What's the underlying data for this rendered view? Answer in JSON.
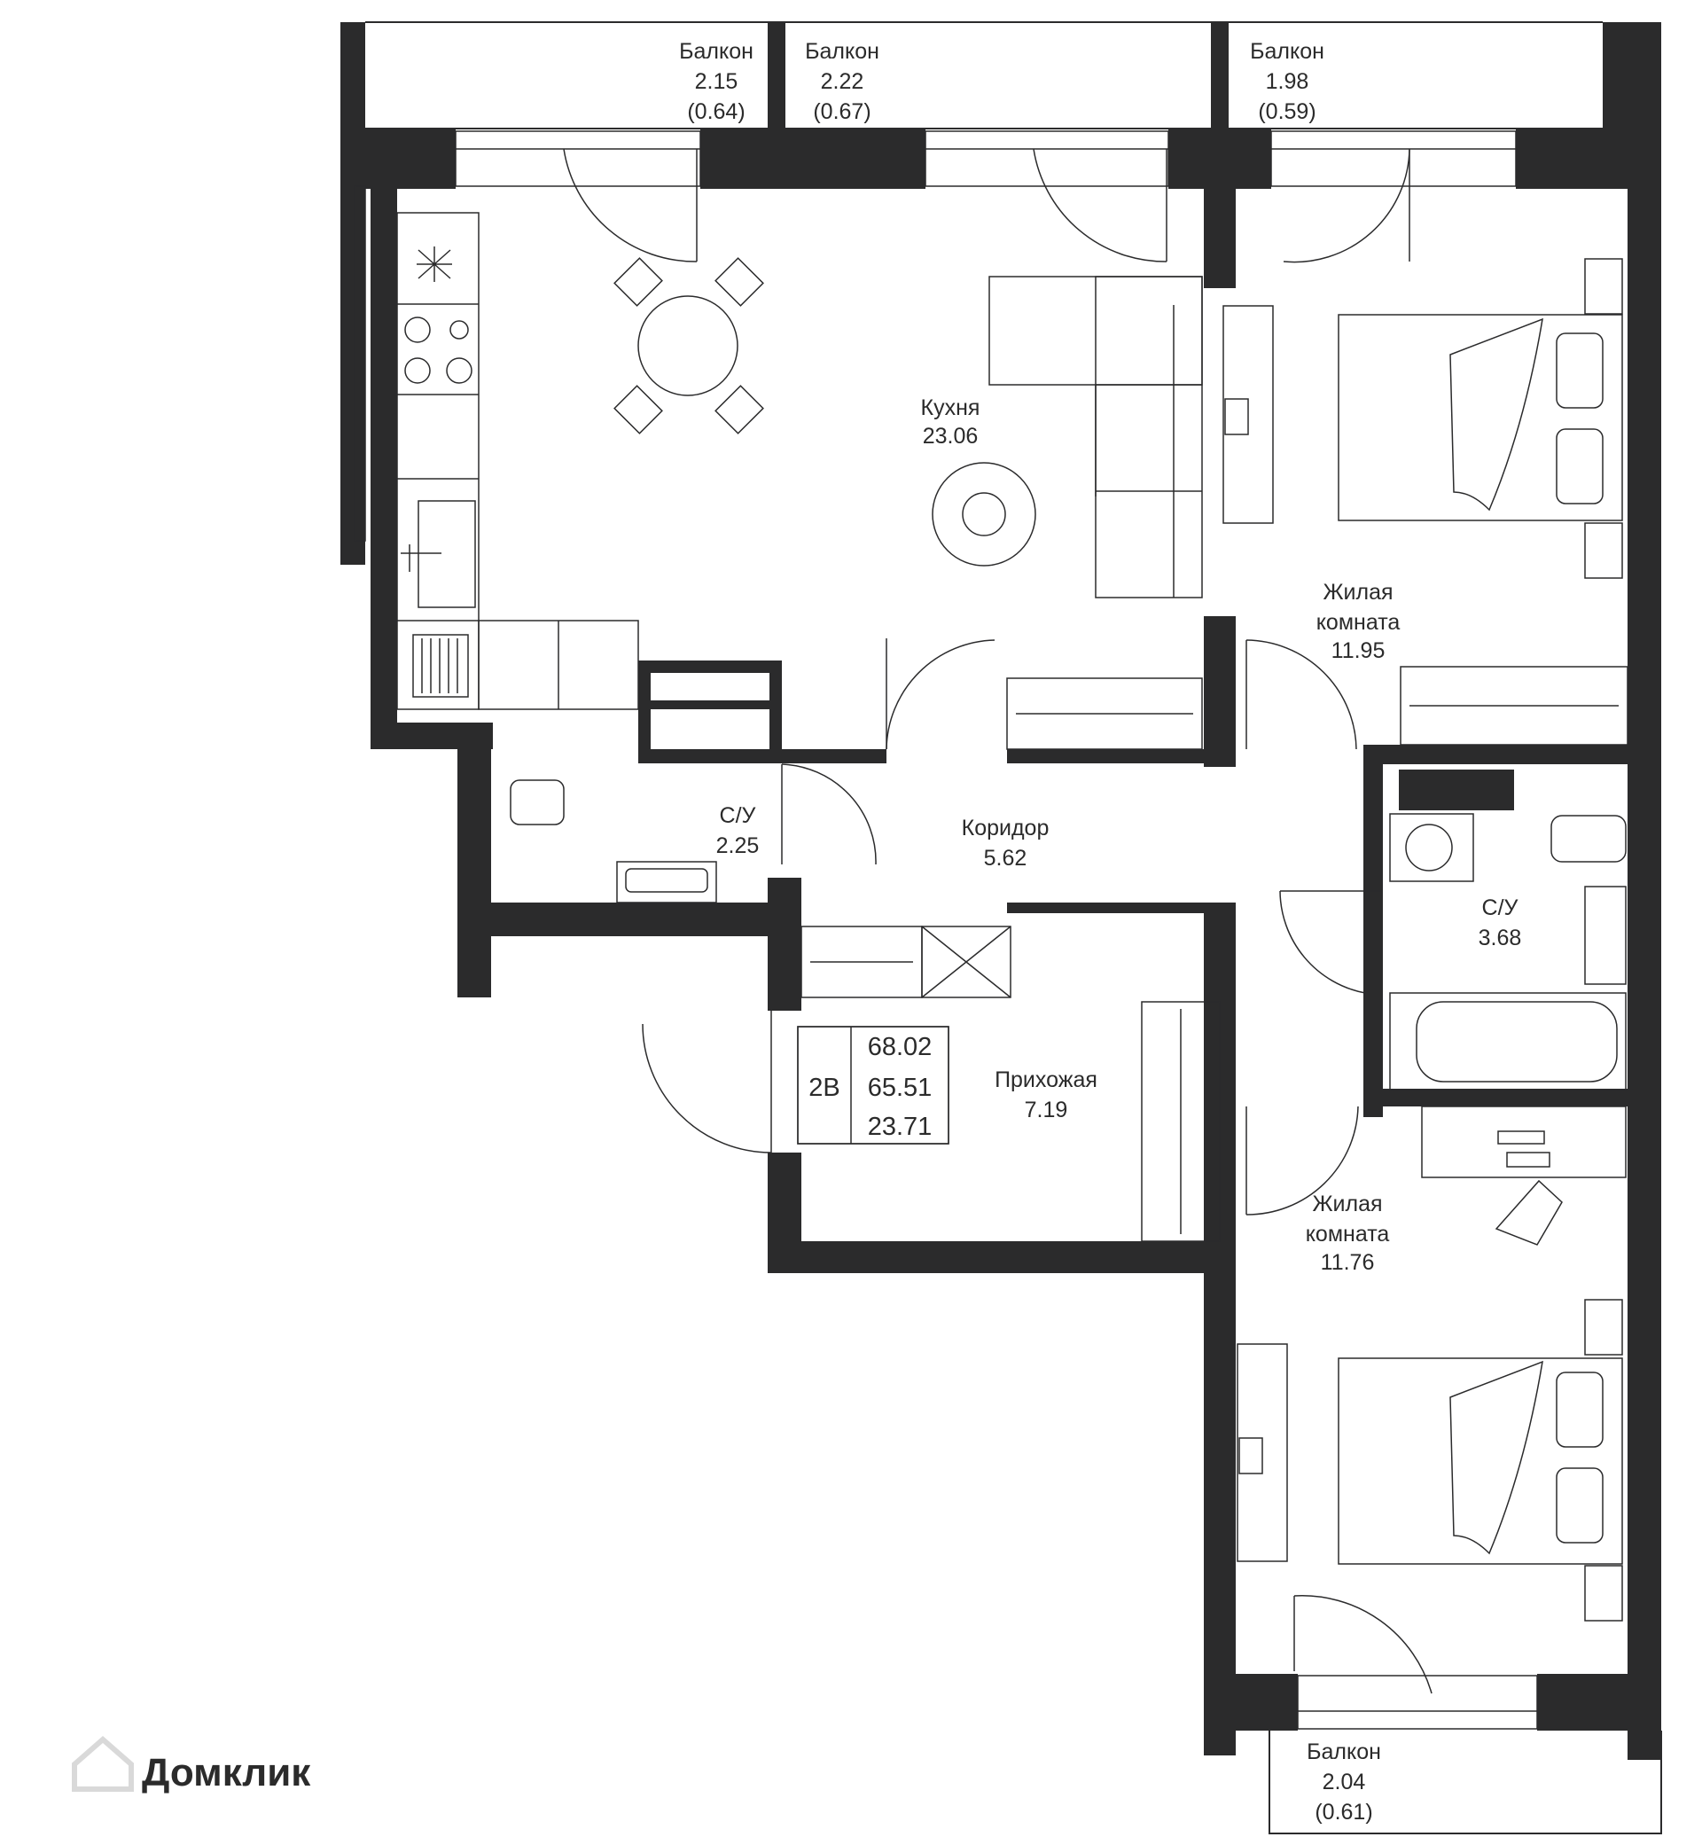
{
  "apartment": {
    "type": "2B",
    "area_total": "68.02",
    "area_living_total": "65.51",
    "area_living": "23.71"
  },
  "rooms": [
    {
      "id": "balcony-1",
      "name": "Балкон",
      "area": "2.15",
      "sub": "(0.64)"
    },
    {
      "id": "balcony-2",
      "name": "Балкон",
      "area": "2.22",
      "sub": "(0.67)"
    },
    {
      "id": "balcony-3",
      "name": "Балкон",
      "area": "1.98",
      "sub": "(0.59)"
    },
    {
      "id": "kitchen",
      "name": "Кухня",
      "area": "23.06"
    },
    {
      "id": "bedroom-1",
      "name": "Жилая комната",
      "area": "11.95"
    },
    {
      "id": "bathroom-1",
      "name": "С/У",
      "area": "2.25"
    },
    {
      "id": "corridor",
      "name": "Коридор",
      "area": "5.62"
    },
    {
      "id": "bathroom-2",
      "name": "С/У",
      "area": "3.68"
    },
    {
      "id": "hallway",
      "name": "Прихожая",
      "area": "7.19"
    },
    {
      "id": "bedroom-2",
      "name": "Жилая комната",
      "area": "11.76"
    },
    {
      "id": "balcony-4",
      "name": "Балкон",
      "area": "2.04",
      "sub": "(0.61)"
    }
  ],
  "labels": {
    "b1_name": "Балкон",
    "b1_area": "2.15",
    "b1_sub": "(0.64)",
    "b2_name": "Балкон",
    "b2_area": "2.22",
    "b2_sub": "(0.67)",
    "b3_name": "Балкон",
    "b3_area": "1.98",
    "b3_sub": "(0.59)",
    "b4_name": "Балкон",
    "b4_area": "2.04",
    "b4_sub": "(0.61)",
    "kitchen_name": "Кухня",
    "kitchen_area": "23.06",
    "bed1_line1": "Жилая",
    "bed1_line2": "комната",
    "bed1_area": "11.95",
    "bed2_line1": "Жилая",
    "bed2_line2": "комната",
    "bed2_area": "11.76",
    "wc1_name": "С/У",
    "wc1_area": "2.25",
    "wc2_name": "С/У",
    "wc2_area": "3.68",
    "corridor_name": "Коридор",
    "corridor_area": "5.62",
    "hall_name": "Прихожая",
    "hall_area": "7.19"
  },
  "watermark": "Домклик",
  "colors": {
    "wall": "#2b2b2c",
    "line": "#2b2b2c",
    "text": "#2b2b2b",
    "watermark": "#d9d9d9"
  }
}
